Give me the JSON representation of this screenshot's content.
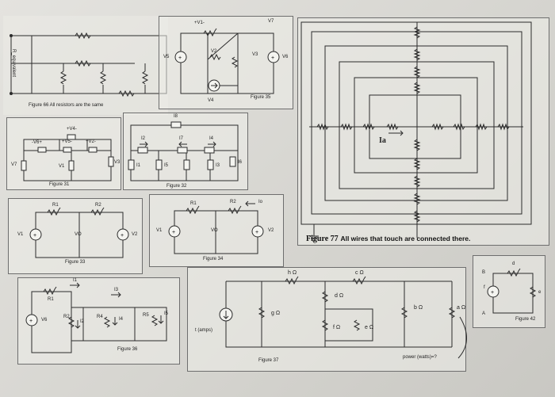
{
  "fig66": {
    "caption": "Figure 66 All resistors are the same",
    "side_label": "R_equivalent"
  },
  "fig35": {
    "caption": "Figure 35",
    "v1": "+V1-",
    "v2": "V2",
    "v3": "V3",
    "v4": "V4",
    "v5": "V5",
    "v6": "V6",
    "v7": "V7"
  },
  "fig31": {
    "caption": "Figure 31",
    "v4": "+V4-",
    "v5": "+V5-",
    "v2": "+V2-",
    "v6": "-V6+",
    "v7": "V7",
    "v1": "V1",
    "v3": "V3"
  },
  "fig32": {
    "caption": "Figure 32",
    "i8": "I8",
    "i2": "I2",
    "i7": "I7",
    "i4": "I4",
    "i1": "I1",
    "i5": "I5",
    "i3": "I3",
    "i6": "I6"
  },
  "fig33": {
    "caption": "Figure 33",
    "r1": "R1",
    "r2": "R2",
    "v1": "V1",
    "vo": "VO",
    "v2": "V2"
  },
  "fig34": {
    "caption": "Figure 34",
    "r1": "R1",
    "r2": "R2",
    "io": "Io",
    "v1": "V1",
    "vo": "VO",
    "v2": "V2"
  },
  "fig36": {
    "caption": "Figure 36",
    "i1": "I1",
    "r1": "R1",
    "i3": "I3",
    "v6": "V6",
    "r2": "R2",
    "i2": "I2",
    "r4": "R4",
    "i4": "I4",
    "r5": "R5",
    "i5": "I5"
  },
  "fig37": {
    "caption": "Figure 37",
    "r_h": "h Ω",
    "r_c": "c Ω",
    "r_d": "d Ω",
    "r_g": "g Ω",
    "r_b": "b Ω",
    "r_a": "a Ω",
    "r_f": "f Ω",
    "r_e": "e Ω",
    "source": "t (amps)",
    "power": "power (watts)=?"
  },
  "fig42": {
    "caption": "Figure 42",
    "d": "d",
    "b": "B",
    "a": "A",
    "f": "f",
    "e": "e"
  },
  "fig77": {
    "caption_num": "Figure 77",
    "caption_text": "All wires that touch are connected there.",
    "current": "Ia"
  }
}
